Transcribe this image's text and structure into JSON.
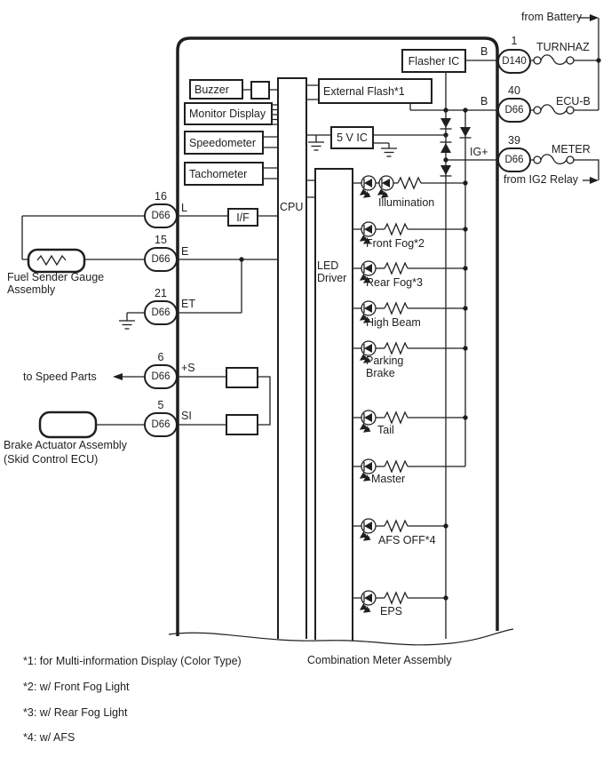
{
  "colors": {
    "ink": "#1f1f1f",
    "background": "#ffffff"
  },
  "assembly_label": "Combination Meter Assembly",
  "external_labels": {
    "from_battery": "from Battery",
    "from_ig2_relay": "from IG2 Relay",
    "to_speed_parts": "to Speed Parts",
    "fuel_sender": "Fuel Sender Gauge Assembly",
    "brake_actuator": "Brake Actuator Assembly",
    "brake_actuator_sub": "(Skid Control ECU)"
  },
  "fuses": [
    {
      "label": "TURNHAZ"
    },
    {
      "label": "ECU-B"
    },
    {
      "label": "METER"
    }
  ],
  "pins": [
    {
      "num": "1",
      "code": "D140",
      "signal": "B"
    },
    {
      "num": "40",
      "code": "D66",
      "signal": "B"
    },
    {
      "num": "39",
      "code": "D66",
      "signal": "IG+"
    },
    {
      "num": "16",
      "code": "D66",
      "signal": "L"
    },
    {
      "num": "15",
      "code": "D66",
      "signal": "E"
    },
    {
      "num": "21",
      "code": "D66",
      "signal": "ET"
    },
    {
      "num": "6",
      "code": "D66",
      "signal": "+S"
    },
    {
      "num": "5",
      "code": "D66",
      "signal": "SI"
    }
  ],
  "blocks": {
    "flasher_ic": "Flasher IC",
    "buzzer": "Buzzer",
    "monitor_display": "Monitor Display",
    "speedometer": "Speedometer",
    "tachometer": "Tachometer",
    "external_flash": "External Flash*1",
    "five_v_ic": "5 V IC",
    "cpu": "CPU",
    "led_driver": "LED Driver",
    "interface": "I/F"
  },
  "indicators": [
    {
      "label": "Illumination"
    },
    {
      "label": "Front Fog*2"
    },
    {
      "label": "Rear Fog*3"
    },
    {
      "label": "High Beam"
    },
    {
      "label": "Parking Brake"
    },
    {
      "label": "Tail"
    },
    {
      "label": "Master"
    },
    {
      "label": "AFS OFF*4"
    },
    {
      "label": "EPS"
    }
  ],
  "footnotes": [
    "*1: for Multi-information Display (Color Type)",
    "*2: w/ Front Fog Light",
    "*3: w/ Rear Fog Light",
    "*4: w/ AFS"
  ]
}
